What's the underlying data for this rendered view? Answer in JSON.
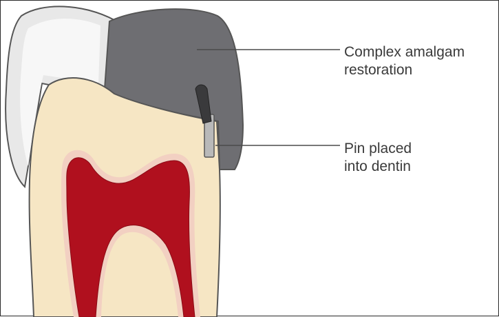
{
  "labels": {
    "amalgam": {
      "line1": "Complex amalgam",
      "line2": "restoration"
    },
    "pin": {
      "line1": "Pin placed",
      "line2": "into dentin"
    }
  },
  "colors": {
    "enamel": "#e8e8e8",
    "enamel_highlight": "#f7f7f7",
    "amalgam": "#6e6e72",
    "dentin": "#f6e6c4",
    "pulp": "#b0101e",
    "pulp_rim": "#f2d0c2",
    "pin_shaft": "#b9b9b9",
    "pin_head": "#3a3a3c",
    "outline": "#555555",
    "leader": "#4a4a4a",
    "frame": "#2a2a2a"
  }
}
